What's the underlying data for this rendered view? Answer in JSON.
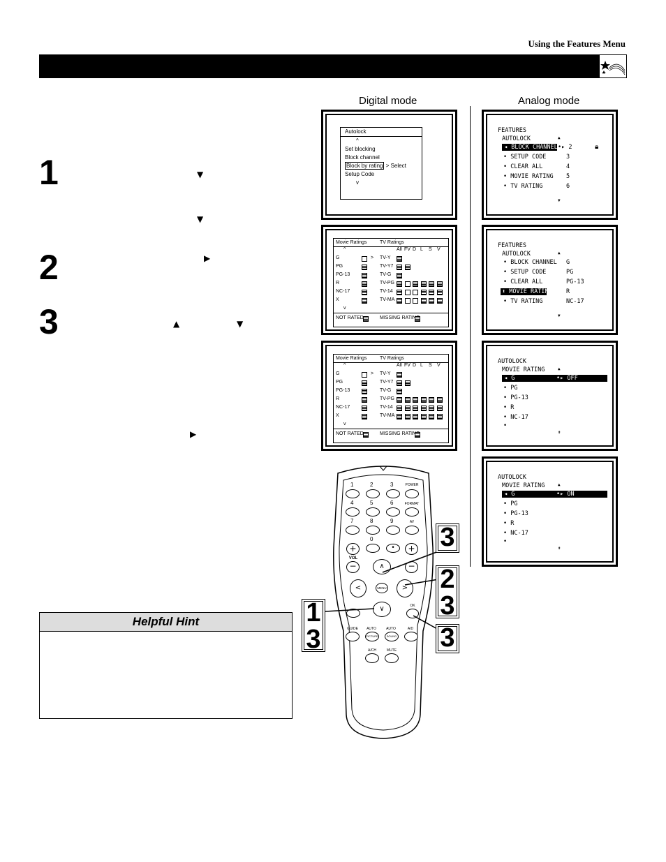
{
  "header": {
    "title": "Using the Features Menu"
  },
  "modes": {
    "digital": "Digital mode",
    "analog": "Analog mode"
  },
  "steps": [
    "1",
    "2",
    "3"
  ],
  "hint": {
    "title": "Helpful Hint"
  },
  "digital_menu": {
    "title": "Autolock",
    "up": "^",
    "items": [
      "Set blocking",
      "Block channel",
      "Block by rating",
      "Setup Code"
    ],
    "selected_suffix": "> Select",
    "down": "v"
  },
  "rating_panel": {
    "movie_header": "Movie Ratings",
    "tv_header": "TV Ratings",
    "tv_cols": [
      "All",
      "FV",
      "D",
      "L",
      "S",
      "V"
    ],
    "movie": [
      "G",
      "PG",
      "PG-13",
      "R",
      "NC-17",
      "X"
    ],
    "tv": [
      "TV-Y",
      "TV-Y7",
      "TV-G",
      "TV-PG",
      "TV-14",
      "TV-MA"
    ],
    "not_rated": "NOT RATED",
    "missing_rating": "MISSING RATING",
    "up": "^",
    "down": "v",
    "gt": ">"
  },
  "analog1": {
    "title": "FEATURES",
    "sub": "AUTOLOCK",
    "items": [
      "BLOCK CHANNEL",
      "SETUP CODE",
      "CLEAR ALL",
      "MOVIE RATING",
      "TV RATING"
    ],
    "values": [
      "2",
      "3",
      "4",
      "5",
      "6"
    ]
  },
  "analog2": {
    "title": "FEATURES",
    "sub": "AUTOLOCK",
    "items": [
      "BLOCK CHANNEL",
      "SETUP CODE",
      "CLEAR ALL",
      "MOVIE RATING",
      "TV RATING"
    ],
    "values": [
      "G",
      "PG",
      "PG-13",
      "R",
      "NC-17"
    ]
  },
  "analog3": {
    "title": "AUTOLOCK",
    "sub": "MOVIE RATING",
    "items": [
      "G",
      "PG",
      "PG-13",
      "R",
      "NC-17"
    ],
    "state": "OFF"
  },
  "analog4": {
    "title": "AUTOLOCK",
    "sub": "MOVIE RATING",
    "items": [
      "G",
      "PG",
      "PG-13",
      "R",
      "NC-17"
    ],
    "state": "ON"
  },
  "remote": {
    "nums": [
      "1",
      "2",
      "3",
      "4",
      "5",
      "6",
      "7",
      "8",
      "9",
      "0",
      "•"
    ],
    "power": "POWER",
    "format": "FORMAT",
    "av": "AV",
    "vol": "VOL",
    "menu": "MENU",
    "ok": "OK",
    "guide": "GUIDE",
    "auto_picture": "AUTO PICTURE",
    "auto_sound": "AUTO SOUND",
    "ad": "A/D",
    "ach": "A/CH",
    "mute": "MUTE",
    "auto_top": "AUTO",
    "picture": "PICTURE",
    "sound": "SOUND"
  },
  "callouts": [
    "3",
    "2",
    "3",
    "1",
    "3",
    "3"
  ]
}
